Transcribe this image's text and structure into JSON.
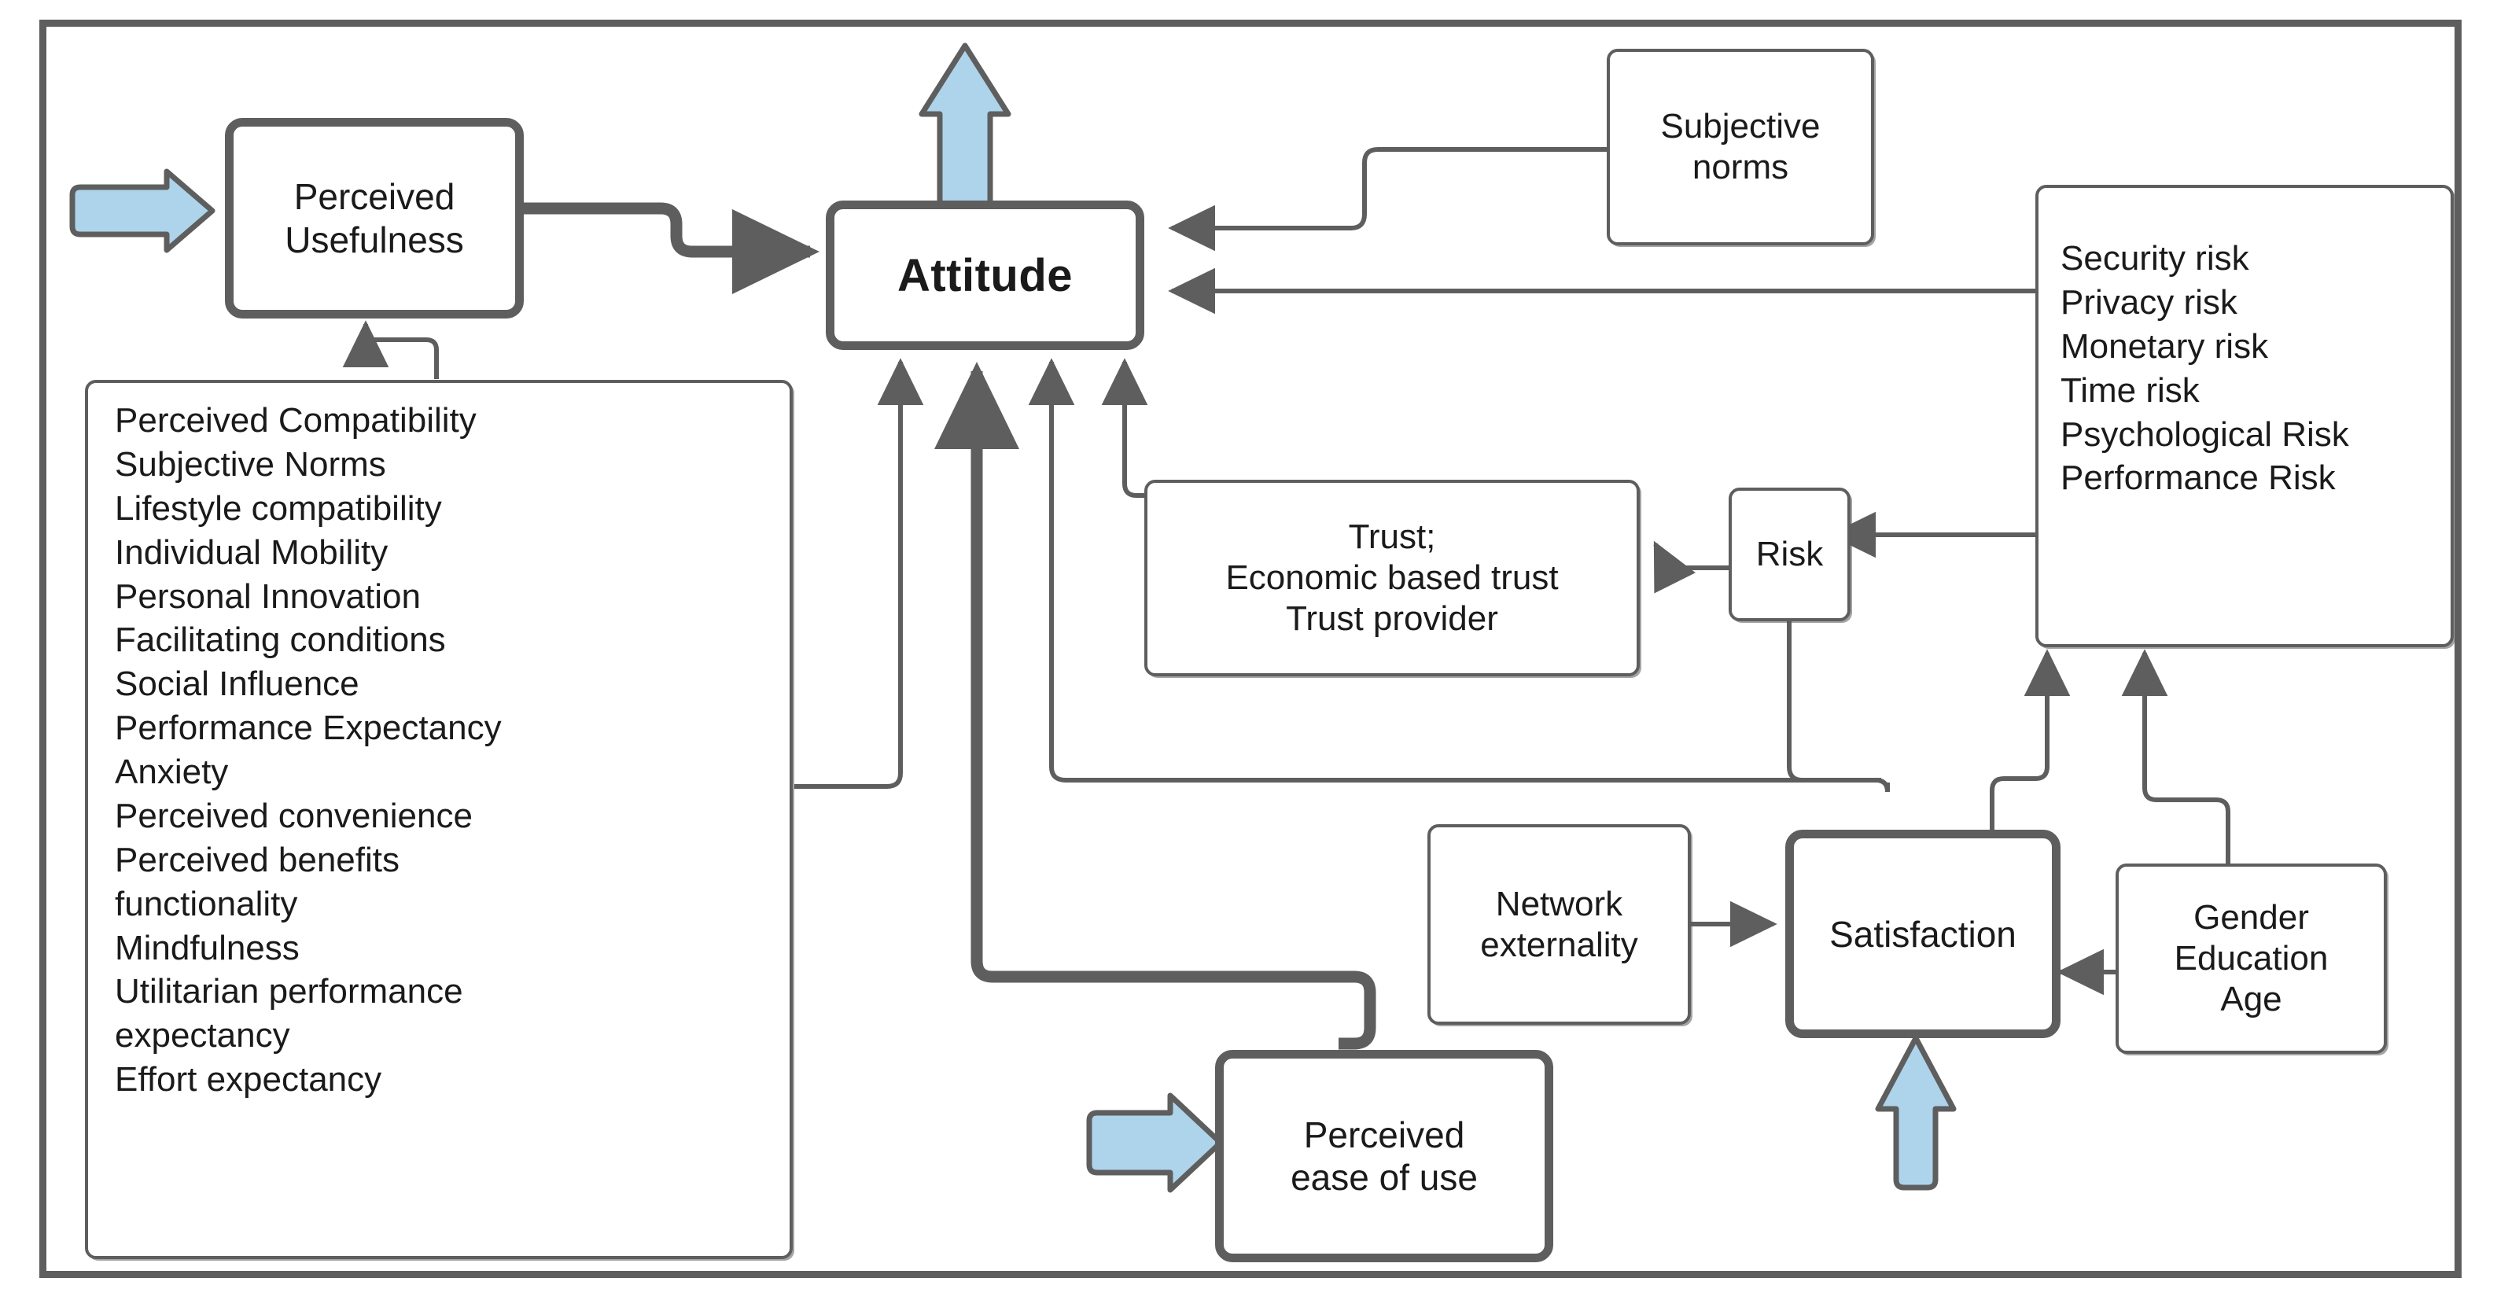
{
  "diagram": {
    "title": "Technology acceptance model conceptual diagram",
    "colors": {
      "node_border": "#5e5e5e",
      "node_fill": "#ffffff",
      "connector": "#5e5e5e",
      "block_arrow_fill": "#aed4ec",
      "block_arrow_border": "#5e5e5e",
      "text": "#1a1a1a"
    }
  },
  "nodes": {
    "perceived_usefulness": {
      "label": "Perceived\nUsefulness",
      "line1": "Perceived",
      "line2": "Usefulness"
    },
    "attitude": {
      "label": "Attitude"
    },
    "subjective_norms": {
      "line1": "Subjective",
      "line2": "norms"
    },
    "risk_factors": {
      "items": [
        "Security risk",
        "Privacy risk",
        "Monetary risk",
        "Time risk",
        "Psychological Risk",
        "Performance Risk"
      ]
    },
    "trust": {
      "line1": "Trust;",
      "line2": "Economic based trust",
      "line3": "Trust provider"
    },
    "risk": {
      "label": "Risk"
    },
    "antecedents": {
      "items": [
        "Perceived Compatibility",
        "Subjective Norms",
        "Lifestyle compatibility",
        "Individual Mobility",
        "Personal Innovation",
        "Facilitating conditions",
        "Social Influence",
        "Performance Expectancy",
        "Anxiety",
        "Perceived convenience",
        "Perceived benefits",
        "functionality",
        "Mindfulness",
        "Utilitarian performance",
        "expectancy",
        "Effort expectancy"
      ]
    },
    "network_externality": {
      "line1": "Network",
      "line2": "externality"
    },
    "satisfaction": {
      "label": "Satisfaction"
    },
    "demographics": {
      "line1": "Gender",
      "line2": "Education",
      "line3": "Age"
    },
    "perceived_ease_of_use": {
      "line1": "Perceived",
      "line2": "ease of use"
    }
  },
  "block_arrows": {
    "input_usefulness": {
      "name": "block-arrow-right-into-perceived-usefulness",
      "direction": "right"
    },
    "output_attitude": {
      "name": "block-arrow-up-from-attitude",
      "direction": "up"
    },
    "input_ease_of_use": {
      "name": "block-arrow-right-into-perceived-ease-of-use",
      "direction": "right"
    },
    "input_satisfaction": {
      "name": "block-arrow-up-into-satisfaction",
      "direction": "up"
    }
  },
  "edges": [
    {
      "from": "perceived_usefulness",
      "to": "attitude",
      "style": "thick"
    },
    {
      "from": "antecedents",
      "to": "perceived_usefulness",
      "style": "thin"
    },
    {
      "from": "antecedents",
      "to": "attitude",
      "style": "thin"
    },
    {
      "from": "perceived_ease_of_use",
      "to": "attitude",
      "style": "thick"
    },
    {
      "from": "risk",
      "to": "attitude",
      "style": "thin"
    },
    {
      "from": "trust",
      "to": "attitude",
      "style": "thin"
    },
    {
      "from": "subjective_norms",
      "to": "attitude",
      "style": "thin"
    },
    {
      "from": "risk_factors",
      "to": "attitude",
      "style": "thin"
    },
    {
      "from": "risk_factors",
      "to": "risk",
      "style": "thin"
    },
    {
      "from": "risk",
      "to": "trust",
      "style": "thin"
    },
    {
      "from": "network_externality",
      "to": "satisfaction",
      "style": "thin"
    },
    {
      "from": "demographics",
      "to": "satisfaction",
      "style": "thin"
    },
    {
      "from": "satisfaction",
      "to": "risk_factors",
      "style": "thin"
    },
    {
      "from": "demographics",
      "to": "risk_factors",
      "style": "thin"
    }
  ]
}
